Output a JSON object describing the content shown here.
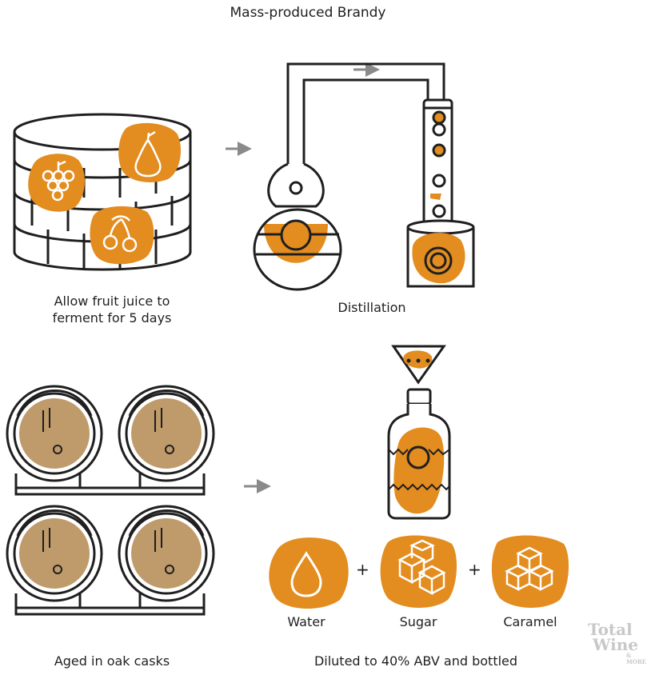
{
  "title": "Mass-produced Brandy",
  "steps": {
    "ferment": [
      "Allow fruit juice to",
      "ferment for 5 days"
    ],
    "distill": "Distillation",
    "age": "Aged in oak casks",
    "dilute": "Diluted to 40% ABV and bottled"
  },
  "ingredients": {
    "water": "Water",
    "sugar": "Sugar",
    "caramel": "Caramel",
    "plus": "+"
  },
  "logo": {
    "line1": "Total",
    "line2": "Wine",
    "line3": "& MORE"
  },
  "colors": {
    "accent": "#e38c1f",
    "oak": "#bf9a6b",
    "ink": "#1f1f1f",
    "arrow": "#8a8a8a"
  },
  "icons": [
    "grapes-icon",
    "pear-icon",
    "cherries-icon",
    "pot-still-icon",
    "column-still-icon",
    "oak-cask-icon",
    "bottle-icon",
    "funnel-icon",
    "water-drop-icon",
    "sugar-cubes-icon",
    "caramel-cubes-icon"
  ]
}
